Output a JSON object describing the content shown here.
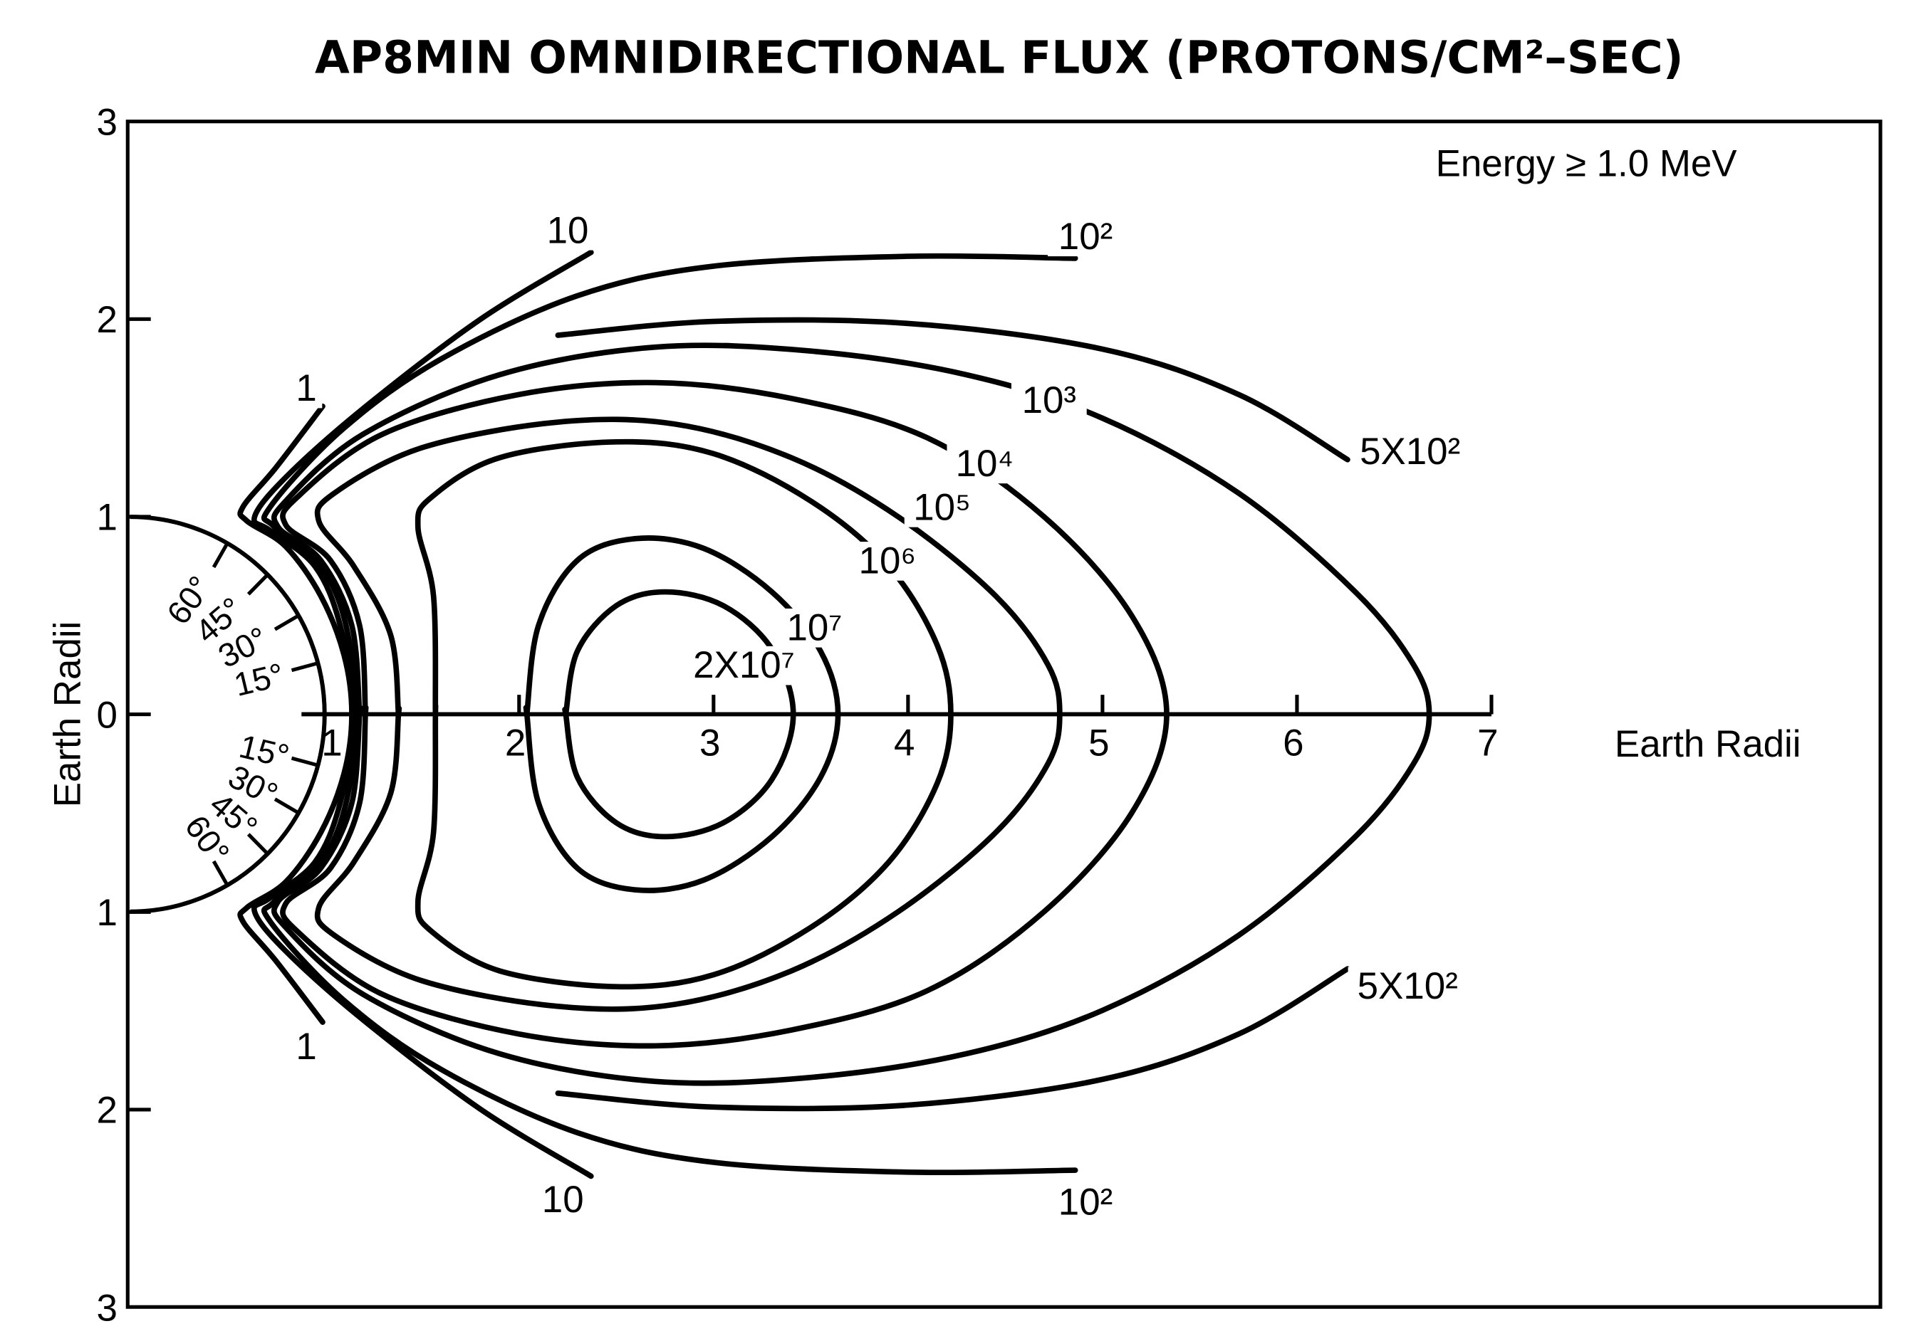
{
  "chart_data": {
    "type": "contour",
    "title": "AP8MIN OMNIDIRECTIONAL FLUX (PROTONS/CM²–SEC)",
    "annotation": "Energy ≥ 1.0 MeV",
    "xlabel": "Earth Radii",
    "ylabel": "Earth Radii",
    "xlim": [
      0,
      9
    ],
    "ylim": [
      -3,
      3
    ],
    "x_ticks": [
      "1",
      "2",
      "3",
      "4",
      "5",
      "6",
      "7"
    ],
    "y_ticks": [
      "3",
      "2",
      "1",
      "0",
      "1",
      "2",
      "3"
    ],
    "earth_latitude_labels": [
      "60°",
      "45°",
      "30°",
      "15°"
    ],
    "earth_latitudes": [
      60,
      45,
      30,
      15
    ],
    "contours": [
      {
        "label": "1",
        "through_axis": true,
        "upper": [
          [
            0.99,
            1.56
          ],
          [
            0.75,
            1.25
          ],
          [
            0.58,
            1.05
          ],
          [
            0.6,
            0.98
          ],
          [
            0.8,
            0.85
          ],
          [
            0.98,
            0.6
          ],
          [
            1.1,
            0.3
          ],
          [
            1.14,
            0
          ]
        ]
      },
      {
        "label": "10",
        "through_axis": true,
        "upper": [
          [
            2.37,
            2.34
          ],
          [
            1.8,
            2.0
          ],
          [
            1.2,
            1.55
          ],
          [
            0.8,
            1.2
          ],
          [
            0.64,
            1.0
          ],
          [
            0.72,
            0.93
          ],
          [
            0.95,
            0.75
          ],
          [
            1.08,
            0.45
          ],
          [
            1.15,
            0
          ]
        ]
      },
      {
        "label": "10²",
        "through_axis": true,
        "upper": [
          [
            4.86,
            2.31
          ],
          [
            4.0,
            2.32
          ],
          [
            3.0,
            2.27
          ],
          [
            2.3,
            2.12
          ],
          [
            1.6,
            1.8
          ],
          [
            1.1,
            1.45
          ],
          [
            0.72,
            1.05
          ],
          [
            0.74,
            0.95
          ],
          [
            0.98,
            0.75
          ],
          [
            1.11,
            0.45
          ],
          [
            1.16,
            0
          ]
        ]
      },
      {
        "label": "5X10²",
        "through_axis": false,
        "upper": [
          [
            2.2,
            1.92
          ],
          [
            3.0,
            1.99
          ],
          [
            4.0,
            1.98
          ],
          [
            5.0,
            1.85
          ],
          [
            5.7,
            1.62
          ],
          [
            6.26,
            1.29
          ]
        ]
      },
      {
        "label": "10³",
        "through_axis": true,
        "upper": [
          [
            1.18,
            0
          ],
          [
            1.14,
            0.45
          ],
          [
            0.98,
            0.78
          ],
          [
            0.76,
            0.95
          ],
          [
            0.8,
            1.08
          ],
          [
            1.2,
            1.42
          ],
          [
            1.9,
            1.72
          ],
          [
            2.7,
            1.86
          ],
          [
            3.5,
            1.84
          ],
          [
            4.3,
            1.72
          ],
          [
            5.0,
            1.5
          ],
          [
            5.7,
            1.12
          ],
          [
            6.3,
            0.62
          ],
          [
            6.6,
            0.25
          ],
          [
            6.68,
            0
          ]
        ]
      },
      {
        "label": "10⁴",
        "through_axis": true,
        "upper": [
          [
            1.21,
            0
          ],
          [
            1.18,
            0.45
          ],
          [
            1.03,
            0.78
          ],
          [
            0.8,
            0.96
          ],
          [
            0.86,
            1.1
          ],
          [
            1.3,
            1.42
          ],
          [
            2.0,
            1.62
          ],
          [
            2.7,
            1.68
          ],
          [
            3.4,
            1.6
          ],
          [
            4.1,
            1.4
          ],
          [
            4.7,
            1.0
          ],
          [
            5.15,
            0.5
          ],
          [
            5.33,
            0
          ]
        ]
      },
      {
        "label": "10⁵",
        "through_axis": true,
        "upper": [
          [
            1.38,
            0
          ],
          [
            1.34,
            0.4
          ],
          [
            1.15,
            0.75
          ],
          [
            0.97,
            0.98
          ],
          [
            1.05,
            1.12
          ],
          [
            1.5,
            1.35
          ],
          [
            2.2,
            1.48
          ],
          [
            2.8,
            1.47
          ],
          [
            3.4,
            1.3
          ],
          [
            3.95,
            1.0
          ],
          [
            4.45,
            0.6
          ],
          [
            4.72,
            0.25
          ],
          [
            4.78,
            0
          ]
        ]
      },
      {
        "label": "10⁶",
        "through_axis": true,
        "upper": [
          [
            1.57,
            0
          ],
          [
            1.56,
            0.6
          ],
          [
            1.48,
            0.95
          ],
          [
            1.55,
            1.1
          ],
          [
            1.9,
            1.3
          ],
          [
            2.5,
            1.38
          ],
          [
            3.0,
            1.32
          ],
          [
            3.5,
            1.08
          ],
          [
            3.9,
            0.75
          ],
          [
            4.15,
            0.35
          ],
          [
            4.22,
            0
          ]
        ]
      },
      {
        "label": "10⁷",
        "through_axis": true,
        "upper": [
          [
            2.04,
            0
          ],
          [
            2.1,
            0.45
          ],
          [
            2.3,
            0.78
          ],
          [
            2.6,
            0.89
          ],
          [
            2.95,
            0.84
          ],
          [
            3.3,
            0.62
          ],
          [
            3.55,
            0.32
          ],
          [
            3.64,
            0
          ]
        ]
      },
      {
        "label": "2X10⁷",
        "through_axis": true,
        "upper": [
          [
            2.24,
            0
          ],
          [
            2.3,
            0.32
          ],
          [
            2.5,
            0.55
          ],
          [
            2.75,
            0.62
          ],
          [
            3.05,
            0.55
          ],
          [
            3.3,
            0.33
          ],
          [
            3.41,
            0
          ]
        ]
      }
    ]
  }
}
